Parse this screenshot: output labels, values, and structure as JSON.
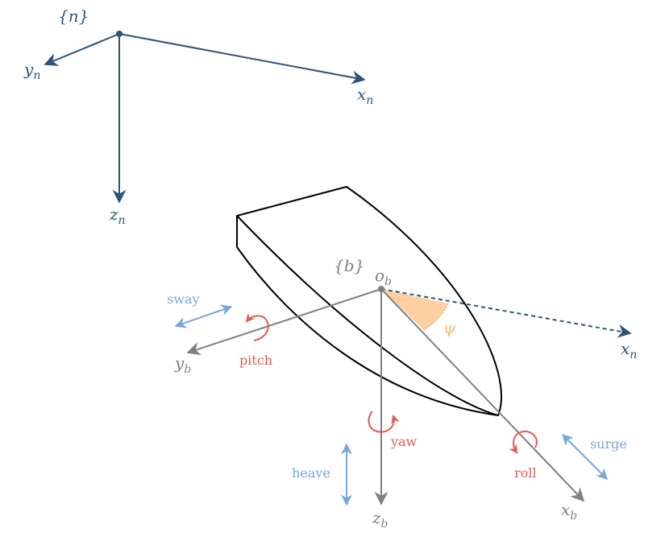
{
  "colors": {
    "navy": "#2f5378",
    "gray": "#808080",
    "red": "#e05a55",
    "blue": "#7aa5dd",
    "orange": "#f6b77a",
    "orange_fill": "#fdd0a2",
    "hull": "#000000"
  },
  "frame_n": {
    "label": "{n}",
    "x_axis": {
      "base": "x",
      "sub": "n"
    },
    "y_axis": {
      "base": "y",
      "sub": "n"
    },
    "z_axis": {
      "base": "z",
      "sub": "n"
    }
  },
  "frame_b": {
    "label": "{b}",
    "origin": {
      "base": "o",
      "sub": "b"
    },
    "x_axis": {
      "base": "x",
      "sub": "b"
    },
    "y_axis": {
      "base": "y",
      "sub": "b"
    },
    "z_axis": {
      "base": "z",
      "sub": "b"
    }
  },
  "heading": {
    "angle_symbol": "ψ",
    "xn_projection": {
      "base": "x",
      "sub": "n"
    }
  },
  "motions": {
    "surge": "surge",
    "sway": "sway",
    "heave": "heave",
    "roll": "roll",
    "pitch": "pitch",
    "yaw": "yaw"
  }
}
